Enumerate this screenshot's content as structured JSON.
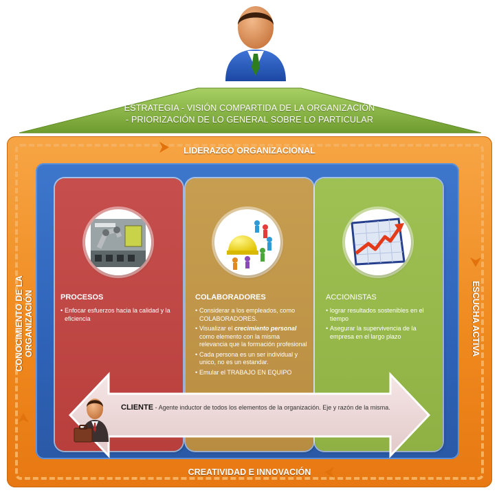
{
  "roof": {
    "line1": "ESTRATEGIA - VISIÓN COMPARTIDA DE LA ORGANIZACIÓN",
    "line2": "- PRIORIZACIÓN DE LO GENERAL SOBRE LO PARTICULAR"
  },
  "frame": {
    "top": "LIDERAZGO ORGANIZACIONAL",
    "bottom": "CREATIVIDAD E INNOVACIÓN",
    "left": "CONOCIMIENTO DE LA ORGANIZACIÓN",
    "right": "ESCUCHA  ACTIVA"
  },
  "columns": {
    "procesos": {
      "title": "PROCESOS",
      "b1": "Enfocar esfuerzos hacia la calidad y la eficiencia"
    },
    "colaboradores": {
      "title": "COLABORADORES",
      "b1": "Considerar a los empleados, como COLABORADORES.",
      "b2_pre": "Visualizar el ",
      "b2_em": "crecimiento personal",
      "b2_post": " como elemento con la misma relevancia que la formación profesional",
      "b3": "Cada persona es un ser individual y unico, no es un estandar.",
      "b4": "Emular el TRABAJO EN EQUIPO"
    },
    "accionistas": {
      "title": "ACCIONISTAS",
      "b1": "lograr resultados sostenibles en el tiempo",
      "b2": "Asegurar la supervivencia de la empresa en el largo plazo"
    }
  },
  "cliente": {
    "label": "CLIENTE",
    "sep": " - ",
    "text": "Agente inductor de todos los elementos de la organización. Eje y razón de la misma."
  },
  "colors": {
    "roof_green": "#7fae3c",
    "frame_orange": "#ef8a1f",
    "panel_blue": "#2f63b8",
    "col_red": "#c0473f",
    "col_tan": "#c2964b",
    "col_green": "#98ba4c",
    "arrow_pink": "#ead6d6"
  }
}
